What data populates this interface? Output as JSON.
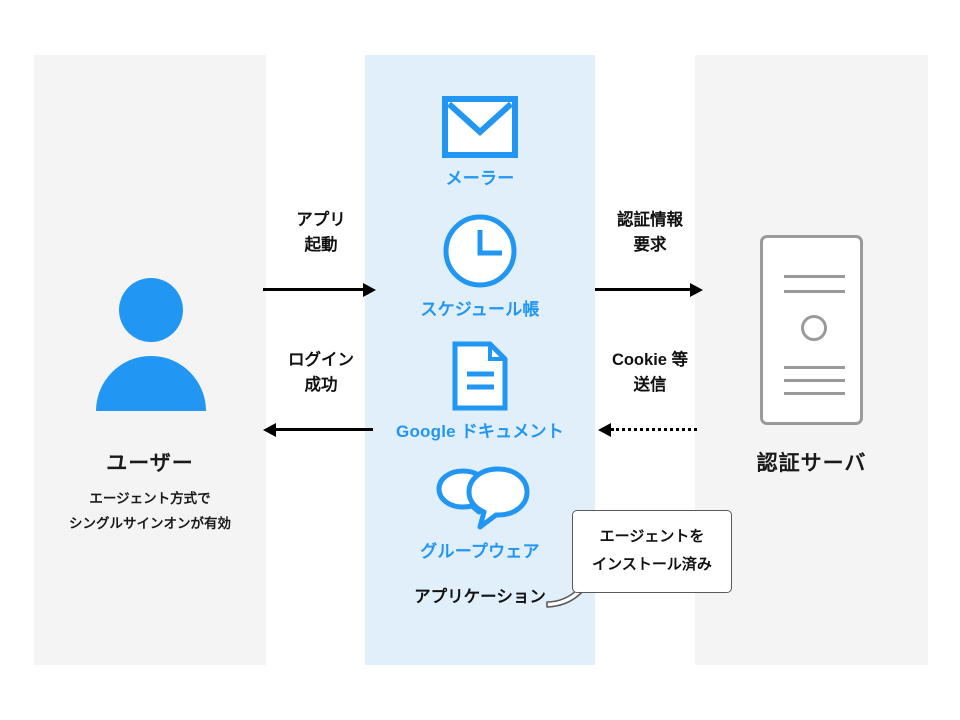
{
  "colors": {
    "accent_blue": "#2196f3",
    "panel_blue": "#e1effb",
    "panel_gray": "#f4f4f4",
    "server_gray": "#9a9a9a",
    "text_black": "#111111"
  },
  "user": {
    "title": "ユーザー",
    "subtitle_line1": "エージェント方式で",
    "subtitle_line2": "シングルサインオンが有効"
  },
  "apps": [
    {
      "icon": "envelope-icon",
      "label": "メーラー"
    },
    {
      "icon": "clock-icon",
      "label": "スケジュール帳"
    },
    {
      "icon": "document-icon",
      "label": "Google ドキュメント"
    },
    {
      "icon": "speech-bubbles-icon",
      "label": "グループウェア"
    }
  ],
  "apps_footer": "アプリケーション",
  "callout": {
    "line1": "エージェントを",
    "line2": "インストール済み"
  },
  "server": {
    "title": "認証サーバ",
    "icon": "server-rack-icon"
  },
  "arrows": [
    {
      "id": "app-launch",
      "label_line1": "アプリ",
      "label_line2": "起動",
      "direction": "right",
      "style": "solid",
      "from": "user",
      "to": "apps"
    },
    {
      "id": "login-success",
      "label_line1": "ログイン",
      "label_line2": "成功",
      "direction": "left",
      "style": "solid",
      "from": "apps",
      "to": "user"
    },
    {
      "id": "credential-request",
      "label_line1": "認証情報",
      "label_line2": "要求",
      "direction": "right",
      "style": "solid",
      "from": "apps",
      "to": "server"
    },
    {
      "id": "cookie-send",
      "label_line1": "Cookie 等",
      "label_line2": "送信",
      "direction": "left",
      "style": "dotted",
      "from": "server",
      "to": "apps"
    }
  ]
}
